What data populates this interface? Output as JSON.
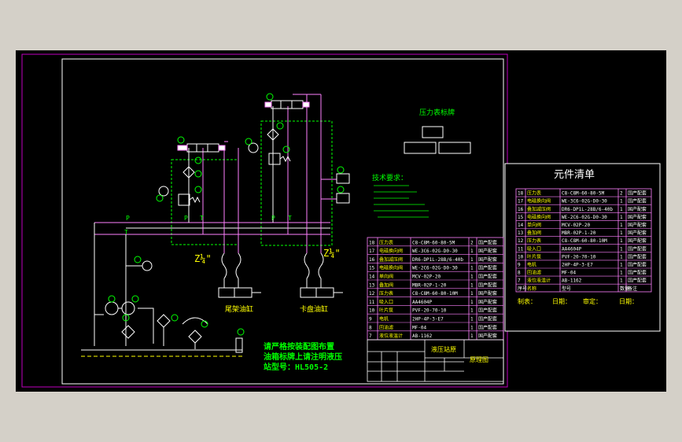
{
  "colors": {
    "background": "#d4d0c8",
    "drawing": "#000000",
    "frame": "#c000c0",
    "line_white": "#ffffff",
    "green": "#00ff00",
    "yellow": "#ffff00",
    "pink": "#ff80ff",
    "dashed": "#00ff00"
  },
  "labels": {
    "pressure_panel": "压力表标牌",
    "tech_req": "技术要求：",
    "z1": "Z¼\"",
    "z2": "Z¼\"",
    "cyl_left": "尾架油缸",
    "cyl_right": "卡盘油缸",
    "p_left": "P",
    "t_left": "T",
    "p_mid": "P",
    "t_mid": "T",
    "p_right": "P",
    "t_right": "T",
    "note1": "请严格按装配图布置",
    "note2": "油箱标牌上请注明液压",
    "note3": "站型号：HL505-2",
    "title_name": "液压站原",
    "drawing_name": "原理图",
    "panel_title": "元件清单",
    "sign_make": "制表：",
    "sign_date1": "日期：",
    "sign_check": "审定：",
    "sign_date2": "日期："
  },
  "right_bom": [
    {
      "no": "18",
      "name": "压力表",
      "model": "C8-C8M-60-80-5M",
      "qty": "2",
      "mfr": "国产配套"
    },
    {
      "no": "17",
      "name": "电磁换向阀",
      "model": "WE-3C6-02G-D0-30",
      "qty": "1",
      "mfr": "国产配套"
    },
    {
      "no": "16",
      "name": "叠加减压阀",
      "model": "DR6-DP1L-28B/6-40b",
      "qty": "1",
      "mfr": "国产配套"
    },
    {
      "no": "15",
      "name": "电磁换向阀",
      "model": "WE-2C6-02G-D0-30",
      "qty": "1",
      "mfr": "国产配套"
    },
    {
      "no": "14",
      "name": "单向阀",
      "model": "MCV-02P-20",
      "qty": "1",
      "mfr": "国产配套"
    },
    {
      "no": "13",
      "name": "叠加阀",
      "model": "MBR-02P-1-20",
      "qty": "1",
      "mfr": "国产配套"
    },
    {
      "no": "12",
      "name": "压力表",
      "model": "C8-C8M-60-80-10M",
      "qty": "1",
      "mfr": "国产配套"
    },
    {
      "no": "11",
      "name": "吸入口",
      "model": "AA4604P",
      "qty": "1",
      "mfr": "国产配套"
    },
    {
      "no": "10",
      "name": "叶片泵",
      "model": "PVF-20-70-10",
      "qty": "1",
      "mfr": "国产配套"
    },
    {
      "no": "9",
      "name": "电机",
      "model": "2HP-4P-3-E7",
      "qty": "1",
      "mfr": "国产配套"
    },
    {
      "no": "8",
      "name": "回油滤",
      "model": "MF-04",
      "qty": "1",
      "mfr": "国产配套"
    },
    {
      "no": "7",
      "name": "液位液温计",
      "model": "AB-1162",
      "qty": "1",
      "mfr": "国产配套"
    },
    {
      "no": "序号",
      "name": "名称",
      "model": "型号",
      "qty": "数量",
      "mfr": "备注"
    }
  ],
  "main_bom": [
    {
      "no": "18",
      "name": "压力表",
      "model": "C8-C8M-60-80-5M",
      "qty": "2",
      "mfr": "国产配套"
    },
    {
      "no": "17",
      "name": "电磁换向阀",
      "model": "WE-3C6-02G-D0-30",
      "qty": "1",
      "mfr": "国产配套"
    },
    {
      "no": "16",
      "name": "叠加减压阀",
      "model": "DR6-DP1L-28B/6-40b",
      "qty": "1",
      "mfr": "国产配套"
    },
    {
      "no": "15",
      "name": "电磁换向阀",
      "model": "WE-2C6-02G-D0-30",
      "qty": "1",
      "mfr": "国产配套"
    },
    {
      "no": "14",
      "name": "单向阀",
      "model": "MCV-02P-20",
      "qty": "1",
      "mfr": "国产配套"
    },
    {
      "no": "13",
      "name": "叠加阀",
      "model": "MBR-02P-1-20",
      "qty": "1",
      "mfr": "国产配套"
    },
    {
      "no": "12",
      "name": "压力表",
      "model": "C8-C8M-60-80-10M",
      "qty": "1",
      "mfr": "国产配套"
    },
    {
      "no": "11",
      "name": "吸入口",
      "model": "AA4604P",
      "qty": "1",
      "mfr": "国产配套"
    },
    {
      "no": "10",
      "name": "叶片泵",
      "model": "PVF-20-70-10",
      "qty": "1",
      "mfr": "国产配套"
    },
    {
      "no": "9",
      "name": "电机",
      "model": "2HP-4P-3-E7",
      "qty": "1",
      "mfr": "国产配套"
    },
    {
      "no": "8",
      "name": "回油滤",
      "model": "MF-04",
      "qty": "1",
      "mfr": "国产配套"
    },
    {
      "no": "7",
      "name": "液位液温计",
      "model": "AB-1162",
      "qty": "1",
      "mfr": "国产配套"
    }
  ]
}
